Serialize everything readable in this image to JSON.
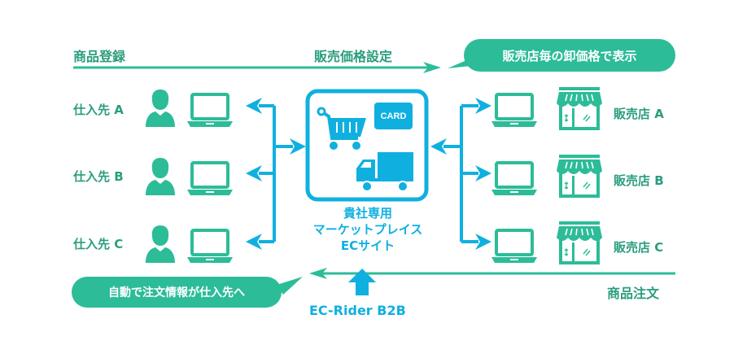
{
  "colors": {
    "green": "#2cbc98",
    "green_text": "#2a9d7e",
    "blue": "#0fb0e0",
    "white": "#ffffff"
  },
  "top_flow": {
    "start_label": "商品登録",
    "mid_label": "販売価格設定",
    "bubble": "販売店毎の卸価格で表示"
  },
  "bottom_flow": {
    "end_label": "商品注文",
    "bubble": "自動で注文情報が仕入先へ"
  },
  "suppliers": [
    {
      "label": "仕入先 A",
      "icons": [
        "person-icon",
        "laptop-icon"
      ]
    },
    {
      "label": "仕入先 B",
      "icons": [
        "person-icon",
        "laptop-icon"
      ]
    },
    {
      "label": "仕入先 C",
      "icons": [
        "person-icon",
        "laptop-icon"
      ]
    }
  ],
  "retailers": [
    {
      "label": "販売店 A",
      "icons": [
        "laptop-icon",
        "store-icon"
      ]
    },
    {
      "label": "販売店 B",
      "icons": [
        "laptop-icon",
        "store-icon"
      ]
    },
    {
      "label": "販売店 C",
      "icons": [
        "laptop-icon",
        "store-icon"
      ]
    }
  ],
  "center": {
    "card_label": "CARD",
    "icons": [
      "shopping-cart-icon",
      "card-icon",
      "delivery-truck-icon"
    ],
    "title_lines": [
      "貴社専用",
      "マーケットプレイス",
      "ECサイト"
    ]
  },
  "product": {
    "name": "EC-Rider B2B",
    "icon": "up-arrow-icon"
  }
}
